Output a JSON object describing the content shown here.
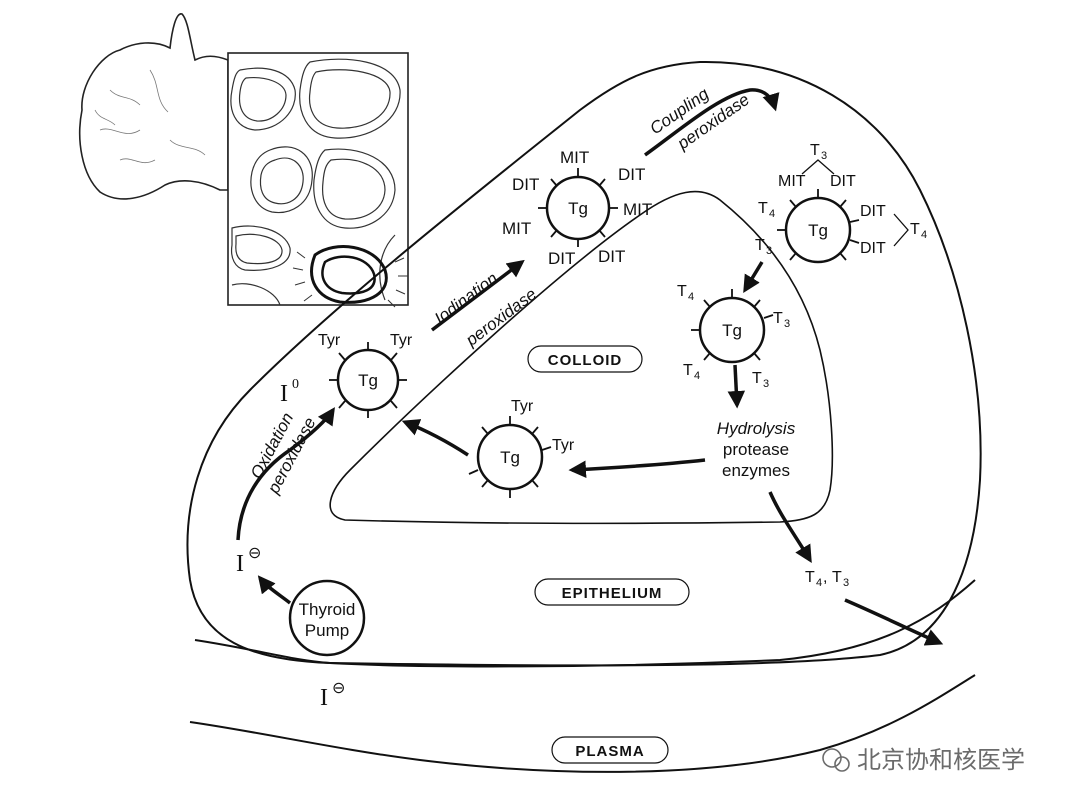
{
  "regions": {
    "colloid": "COLLOID",
    "epithelium": "EPITHELIUM",
    "plasma": "PLASMA"
  },
  "enzymes": {
    "oxidation": "Oxidation",
    "oxidation_enzyme": "peroxidase",
    "iodination": "Iodination",
    "iodination_enzyme": "peroxidase",
    "coupling": "Coupling",
    "coupling_enzyme": "peroxidase"
  },
  "hydrolysis": {
    "title": "Hydrolysis",
    "line2": "protease",
    "line3": "enzymes"
  },
  "pump": {
    "line1": "Thyroid",
    "line2": "Pump"
  },
  "ions": {
    "iodide_plasma": "I",
    "iodide_cell": "I",
    "iodine": "I",
    "minus": "⊖",
    "zero": "0"
  },
  "molecules": {
    "tg": "Tg",
    "tyr": "Tyr",
    "mit": "MIT",
    "dit": "DIT",
    "t": "T",
    "sub3": "3",
    "sub4": "4"
  },
  "release": {
    "t4": "T",
    "sub4": "4",
    "comma": ",",
    "t3": "T",
    "sub3": "3"
  },
  "watermark": "北京协和核医学"
}
